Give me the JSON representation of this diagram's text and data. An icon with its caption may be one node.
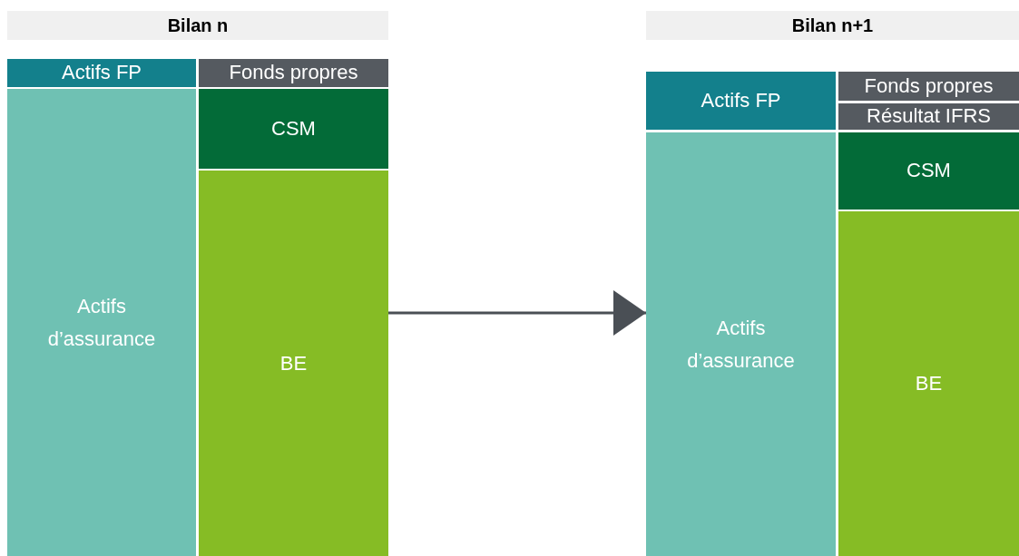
{
  "diagram": {
    "nodes": [
      {
        "text": [
          "Bilan n"
        ]
      },
      {
        "text": [
          "Actifs FP"
        ]
      },
      {
        "text": [
          "Fonds propres"
        ]
      },
      {
        "text": [
          "Actifs d’assurance"
        ]
      },
      {
        "text": [
          "CSM"
        ]
      },
      {
        "text": [
          "BE"
        ]
      },
      {
        "text": [
          "Bilan n+1"
        ]
      },
      {
        "text": [
          "Actifs FP"
        ]
      },
      {
        "text": [
          "Fonds propres"
        ]
      },
      {
        "text": [
          "Résultat IFRS"
        ]
      },
      {
        "text": [
          "Actifs d’assurance"
        ]
      },
      {
        "text": [
          "CSM"
        ]
      },
      {
        "text": [
          "BE"
        ]
      }
    ],
    "edges": [
      {
        "from": 5,
        "to": 10,
        "arrow": "to"
      }
    ]
  }
}
